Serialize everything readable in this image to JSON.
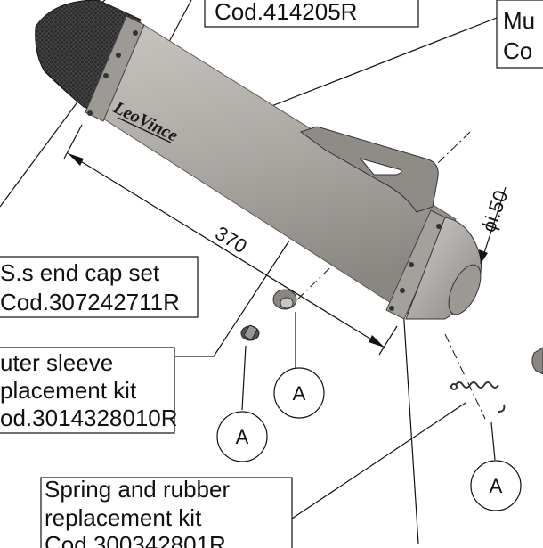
{
  "callouts": {
    "top_code": "Cod.414205R",
    "muffler_line1": "Mu",
    "muffler_line2": "Co",
    "end_cap_line1": "S.s end cap set",
    "end_cap_line2": "Cod.307242711R",
    "outer_sleeve_line1": "uter sleeve",
    "outer_sleeve_line2": "placement kit",
    "outer_sleeve_line3": "od.3014328010R",
    "spring_line1": "Spring and rubber",
    "spring_line2": "replacement kit",
    "spring_line3": "Cod.300342801R"
  },
  "dimensions": {
    "length": "370",
    "diameter": "ϕi.50"
  },
  "detail_markers": {
    "marker_1": "A",
    "marker_2": "A",
    "marker_3": "A"
  },
  "brand": "LeoVince",
  "colors": {
    "body": "#a9a6a2",
    "body_light": "#c6c3bf",
    "body_dark": "#7e7b77",
    "carbon": "#2b2b2b",
    "line": "#111111"
  }
}
